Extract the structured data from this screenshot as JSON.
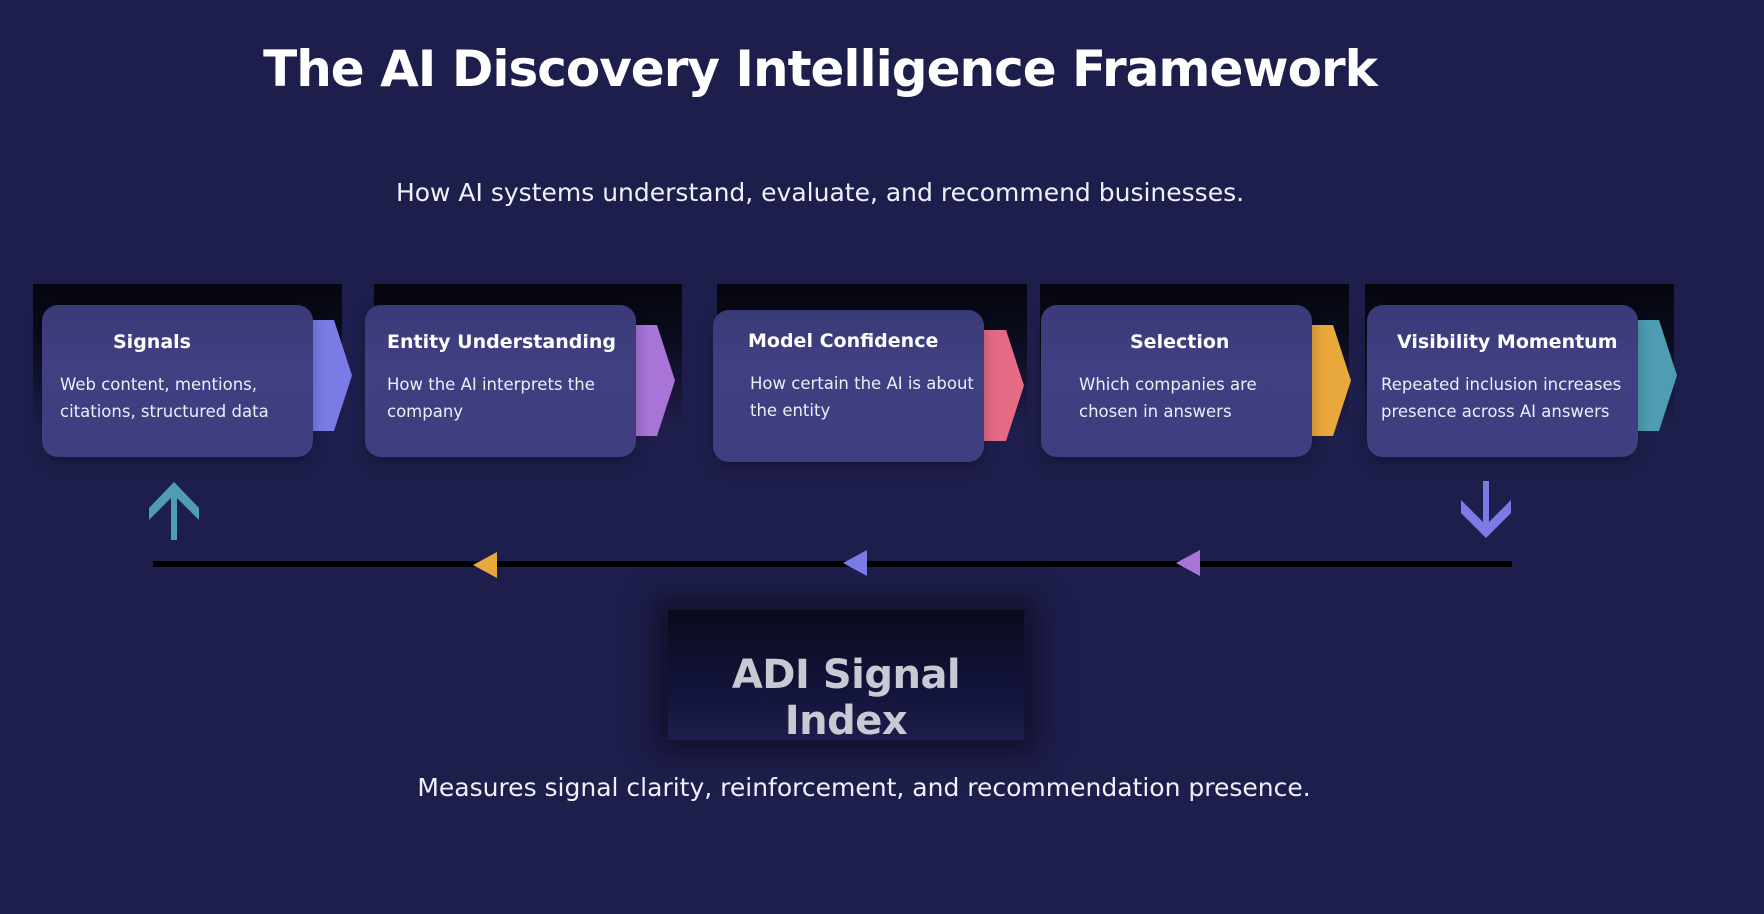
{
  "header": {
    "title": "The AI Discovery Intelligence Framework",
    "subtitle": "How AI systems understand, evaluate, and recommend businesses."
  },
  "stages": [
    {
      "title": "Signals",
      "description": "Web content, mentions, citations, structured data",
      "accent": "#7b7be6"
    },
    {
      "title": "Entity Understanding",
      "description": "How the AI interprets the company",
      "accent": "#a874d8"
    },
    {
      "title": "Model Confidence",
      "description": "How certain the AI is about the entity",
      "accent": "#e56b85"
    },
    {
      "title": "Selection",
      "description": "Which companies are chosen in answers",
      "accent": "#e9a83b"
    },
    {
      "title": "Visibility Momentum",
      "description": "Repeated inclusion increases presence across AI answers",
      "accent": "#4f9db3"
    }
  ],
  "feedback_loop": {
    "start_arrow": {
      "icon": "arrow-down-icon",
      "color": "#7b7be6"
    },
    "end_arrow": {
      "icon": "arrow-up-icon",
      "color": "#4f9db3"
    },
    "markers": [
      {
        "icon": "triangle-left-icon",
        "color": "#a874d8"
      },
      {
        "icon": "triangle-left-icon",
        "color": "#7b7be6"
      },
      {
        "icon": "triangle-left-icon",
        "color": "#e9a83b"
      }
    ]
  },
  "index": {
    "title": "ADI Signal Index",
    "description": "Measures signal clarity, reinforcement, and recommendation presence."
  },
  "colors": {
    "background": "#1e1e4c",
    "card": "#3e3e80"
  }
}
